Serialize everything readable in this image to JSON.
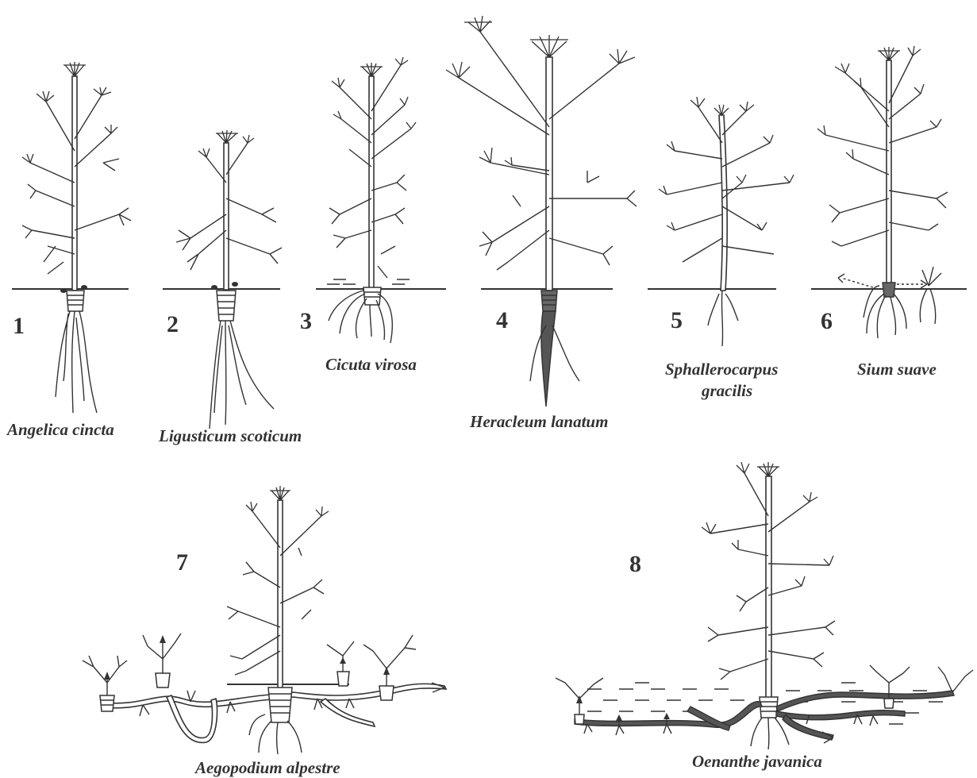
{
  "figure": {
    "plants": [
      {
        "number": "1",
        "name": "Angelica cincta"
      },
      {
        "number": "2",
        "name": "Ligusticum scoticum"
      },
      {
        "number": "3",
        "name": "Cicuta virosa"
      },
      {
        "number": "4",
        "name": "Heracleum lanatum"
      },
      {
        "number": "5",
        "name_line1": "Sphallerocarpus",
        "name_line2": "gracilis"
      },
      {
        "number": "6",
        "name": "Sium suave"
      },
      {
        "number": "7",
        "name": "Aegopodium alpestre"
      },
      {
        "number": "8",
        "name": "Oenanthe javanica"
      }
    ]
  }
}
